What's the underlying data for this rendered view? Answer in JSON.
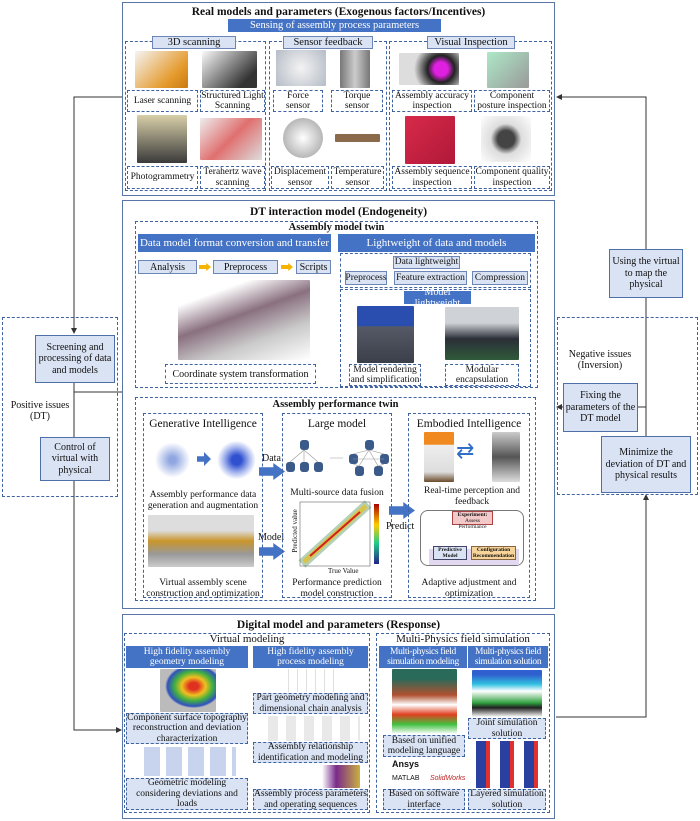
{
  "colors": {
    "accent": "#4472c4",
    "box_fill": "#dae3f3",
    "border": "#3f62a0",
    "arrow": "#f5b400"
  },
  "real": {
    "title": "Real models and parameters (Exogenous factors/Incentives)",
    "sensing_bar": "Sensing of assembly process parameters",
    "scanning": {
      "label": "3D scanning",
      "items": [
        "Laser scanning",
        "Structured Light Scanning",
        "Photogrammetry",
        "Terahertz wave scanning"
      ]
    },
    "sensor": {
      "label": "Sensor feedback",
      "items": [
        "Force sensor",
        "Torque sensor",
        "Displacement sensor",
        "Temperature sensor"
      ]
    },
    "visual": {
      "label": "Visual Inspection",
      "items": [
        "Assembly accuracy inspection",
        "Component posture inspection",
        "Assembly sequence inspection",
        "Component quality inspection"
      ]
    }
  },
  "dt": {
    "title": "DT interaction model (Endogeneity)",
    "amt": {
      "title": "Assembly model twin",
      "conversion": {
        "header": "Data model format conversion and transfer",
        "steps": [
          "Analysis",
          "Preprocess",
          "Scripts"
        ],
        "caption": "Coordinate system transformation"
      },
      "lightweight": {
        "header": "Lightweight of data and models",
        "data_label": "Data lightweight",
        "steps": [
          "Preprocess",
          "Feature extraction",
          "Compression"
        ],
        "model_label": "Model lightweight",
        "captions": [
          "Model rendering and simplification",
          "Modular encapsulation"
        ]
      }
    },
    "apt": {
      "title": "Assembly performance twin",
      "gen": {
        "title": "Generative Intelligence",
        "captions": [
          "Assembly performance data generation and augmentation",
          "Virtual assembly scene construction and optimization"
        ]
      },
      "large": {
        "title": "Large model",
        "captions": [
          "Multi-source data fusion",
          "Performance prediction model construction"
        ],
        "xlabel": "True Value",
        "ylabel": "Predicted value"
      },
      "embodied": {
        "title": "Embodied Intelligence",
        "captions": [
          "Real-time perception and feedback",
          "Adaptive adjustment and optimization"
        ],
        "diagram": {
          "experiment": "Experiment:",
          "experiment_sub": "Assess Performance",
          "predictive": "Predictive Model",
          "config": "Configuration Recommendation"
        }
      },
      "arrows": {
        "data": "Data",
        "model": "Model",
        "predict": "Predict"
      }
    }
  },
  "digital": {
    "title": "Digital model and parameters (Response)",
    "virtual": {
      "title": "Virtual modeling",
      "geometry": {
        "header": "High fidelity assembly geometry modeling",
        "captions": [
          "Component surface topography reconstruction and deviation characterization",
          "Geometric modeling considering deviations and loads"
        ]
      },
      "process": {
        "header": "High fidelity assembly process modeling",
        "captions": [
          "Part geometry modeling and dimensional chain analysis",
          "Assembly relationship identification and modeling",
          "Assembly process parameters and operating sequences"
        ]
      }
    },
    "physics": {
      "title": "Multi-Physics field simulation",
      "modeling": {
        "header": "Multi-physics field simulation modeling",
        "captions": [
          "Based on unified modeling language",
          "Based on software interface"
        ],
        "logos": [
          "Ansys",
          "MATLAB",
          "SolidWorks"
        ]
      },
      "solution": {
        "header": "Multi-physics field simulation solution",
        "captions": [
          "Joint simulation solution",
          "Layered simulation solution"
        ]
      }
    }
  },
  "side": {
    "positive": "Positive issues (DT)",
    "screening": "Screening and processing of data and models",
    "control": "Control of virtual with physical",
    "negative": "Negative issues (Inversion)",
    "using": "Using the virtual to map the physical",
    "fixing": "Fixing the parameters of the DT model",
    "minimize": "Minimize the deviation of DT and physical results"
  }
}
